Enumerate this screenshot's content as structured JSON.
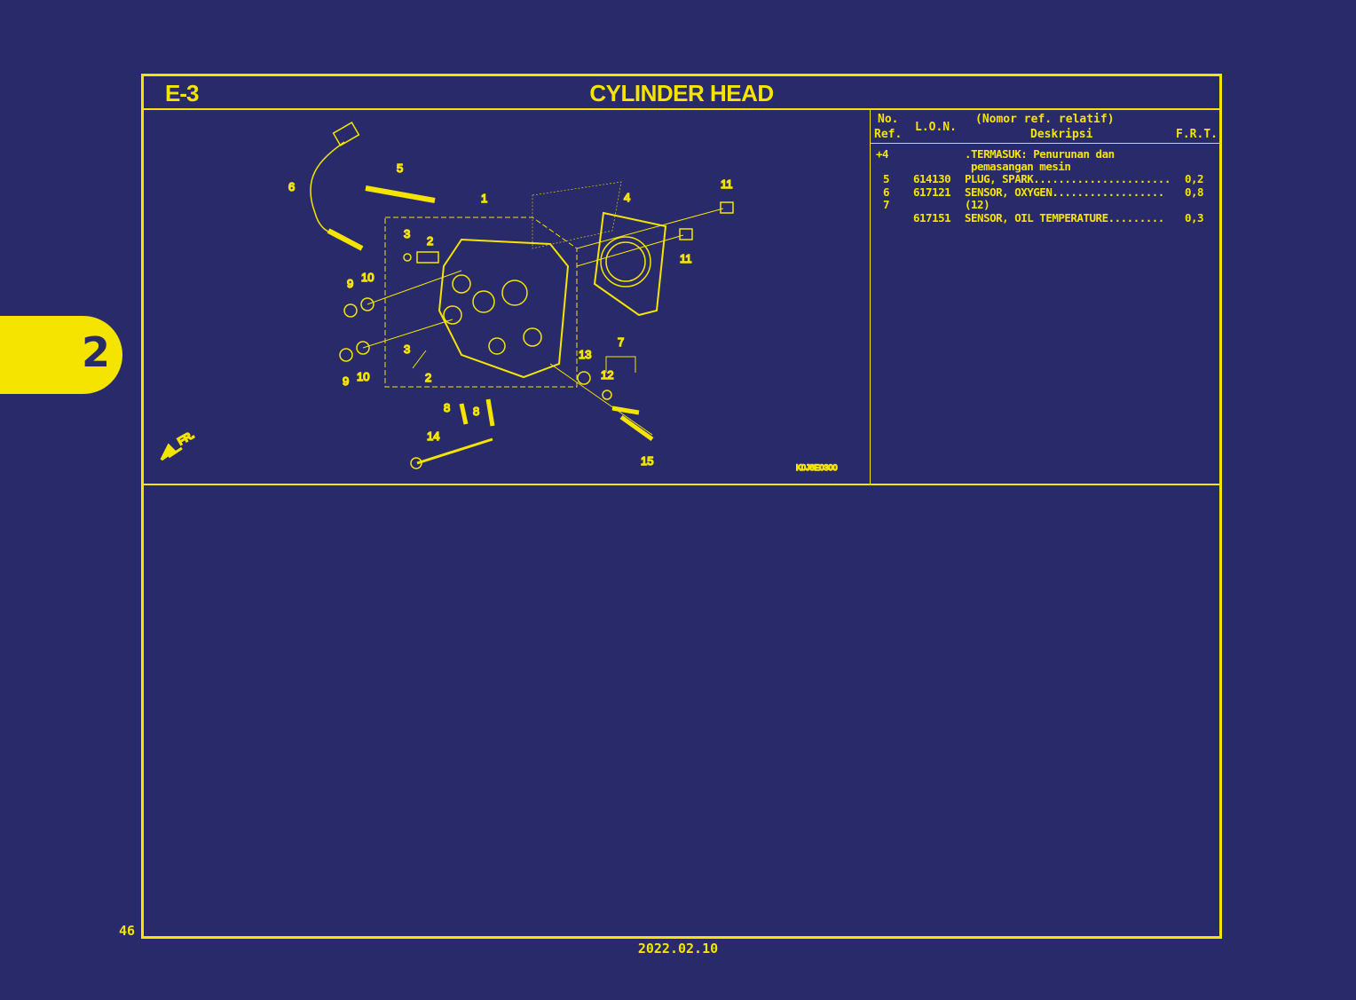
{
  "section_tab": "2",
  "header": {
    "code": "E-3",
    "title": "CYLINDER HEAD"
  },
  "table": {
    "headers": {
      "no": "No.",
      "ref": "Ref.",
      "lon": "L.O.N.",
      "relative": "(Nomor ref. relatif)",
      "desc": "Deskripsi",
      "frt": "F.R.T."
    },
    "rows": [
      {
        "ref": "+4",
        "lon": "",
        "desc": ".TERMASUK: Penurunan dan",
        "frt": ""
      },
      {
        "ref": "",
        "lon": "",
        "desc": " pemasangan mesin",
        "frt": ""
      },
      {
        "ref": "5",
        "lon": "614130",
        "desc": "PLUG, SPARK......................",
        "frt": "0,2"
      },
      {
        "ref": "6",
        "lon": "617121",
        "desc": "SENSOR, OXYGEN..................",
        "frt": "0,8"
      },
      {
        "ref": "7",
        "lon": "",
        "desc": "(12)",
        "frt": ""
      },
      {
        "ref": "",
        "lon": "617151",
        "desc": "SENSOR, OIL TEMPERATURE.........",
        "frt": "0,3"
      }
    ]
  },
  "diagram": {
    "callouts": [
      "6",
      "5",
      "1",
      "4",
      "11",
      "11",
      "3",
      "2",
      "9",
      "10",
      "3",
      "2",
      "9",
      "10",
      "7",
      "13",
      "12",
      "8",
      "8",
      "14",
      "15"
    ],
    "fr_label": "FR.",
    "drawing_code": "K0J8E0300"
  },
  "footer": {
    "page_number": "46",
    "date": "2022.02.10"
  }
}
